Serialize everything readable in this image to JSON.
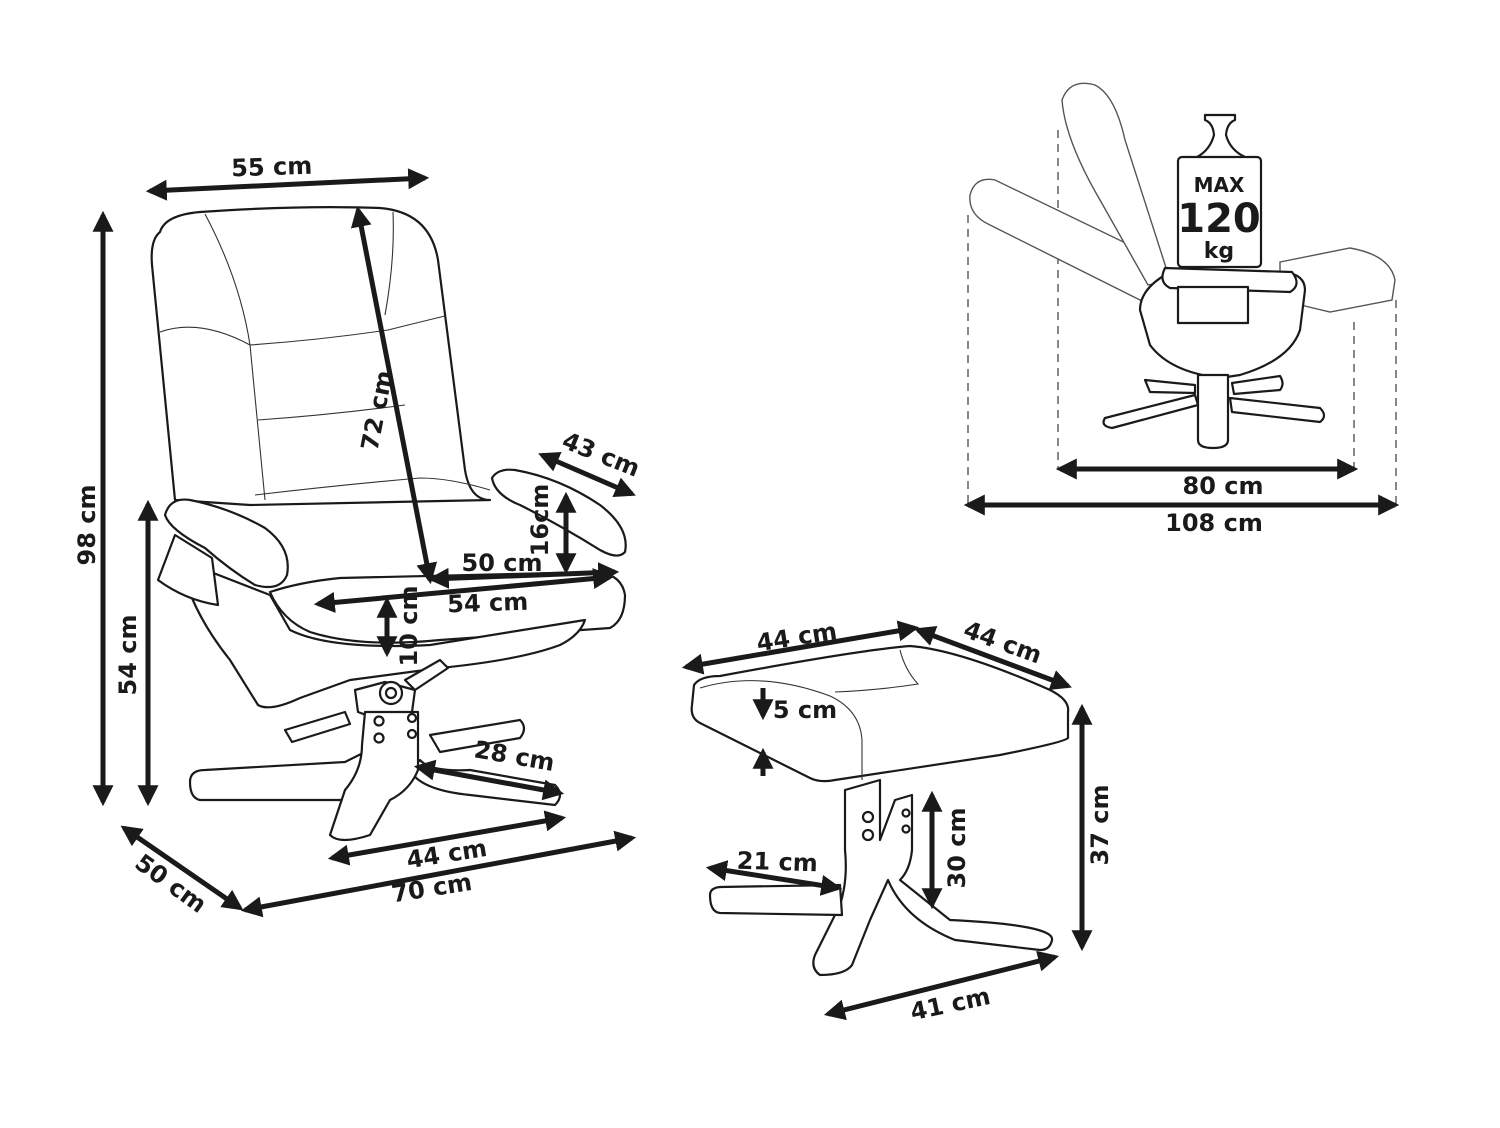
{
  "diagram": {
    "type": "product-dimension-drawing",
    "subject": "Recliner chair with footstool",
    "line_color": "#1a1a1a",
    "background": "#ffffff"
  },
  "chair": {
    "width_top": "55 cm",
    "height_total": "98 cm",
    "backrest_height": "72 cm",
    "armrest_length": "43 cm",
    "armrest_height": "16cm",
    "seat_depth": "50 cm",
    "seat_width": "54 cm",
    "seat_thickness": "10 cm",
    "seat_height": "54 cm",
    "base_leg": "28 cm",
    "base_width": "44 cm",
    "depth_total": "50 cm",
    "width_total": "70 cm"
  },
  "recline": {
    "max_load_line1": "MAX",
    "max_load_line2": "120",
    "max_load_line3": "kg",
    "depth_upright": "80 cm",
    "depth_reclined": "108 cm"
  },
  "footstool": {
    "top_width": "44 cm",
    "top_depth": "44 cm",
    "cushion_thickness": "5 cm",
    "height": "37 cm",
    "leg_height": "30 cm",
    "leg_length": "21 cm",
    "base_width": "41 cm"
  }
}
